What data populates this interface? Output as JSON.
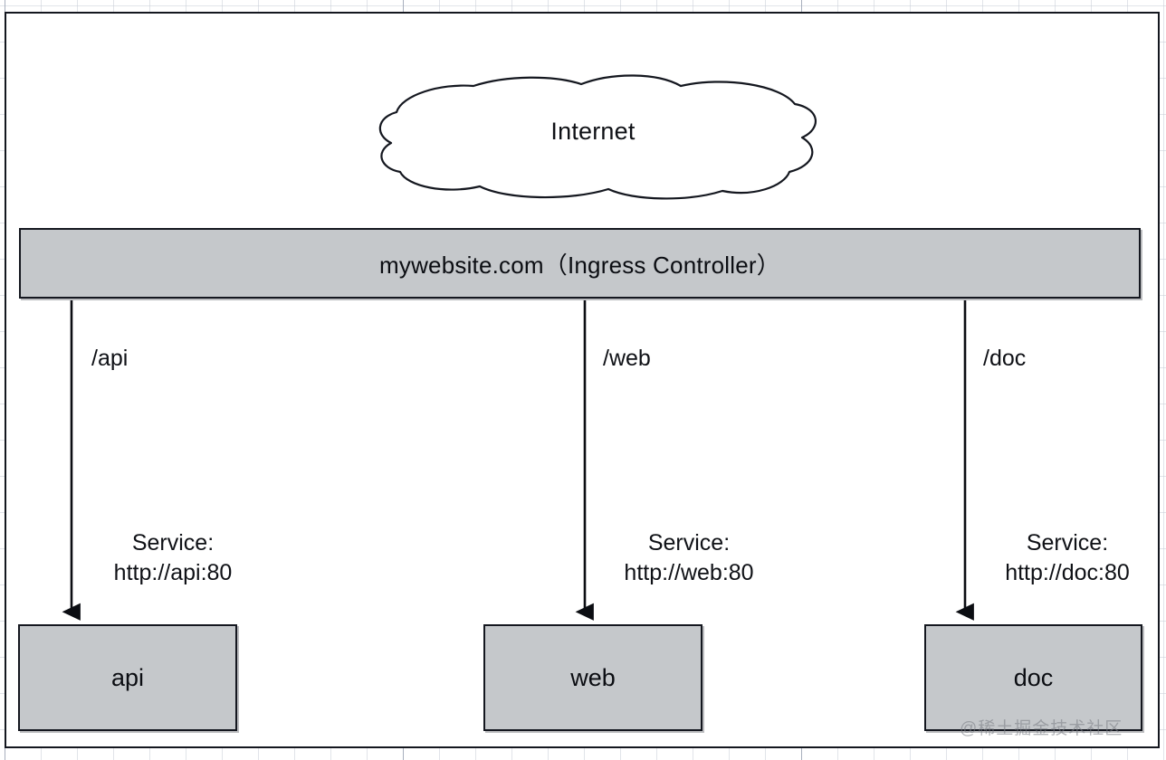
{
  "diagram": {
    "title_node": "Internet",
    "ingress": {
      "label": "mywebsite.com（Ingress Controller）"
    },
    "routes": [
      {
        "path_label": "/api",
        "service_heading": "Service:",
        "service_url": "http://api:80",
        "backend": "api"
      },
      {
        "path_label": "/web",
        "service_heading": "Service:",
        "service_url": "http://web:80",
        "backend": "web"
      },
      {
        "path_label": "/doc",
        "service_heading": "Service:",
        "service_url": "http://doc:80",
        "backend": "doc"
      }
    ],
    "watermark": "@稀土掘金技术社区",
    "colors": {
      "node_fill": "#c5c8cb",
      "stroke": "#14171f",
      "background": "#ffffff",
      "grid_line": "#c8cdd7"
    }
  }
}
